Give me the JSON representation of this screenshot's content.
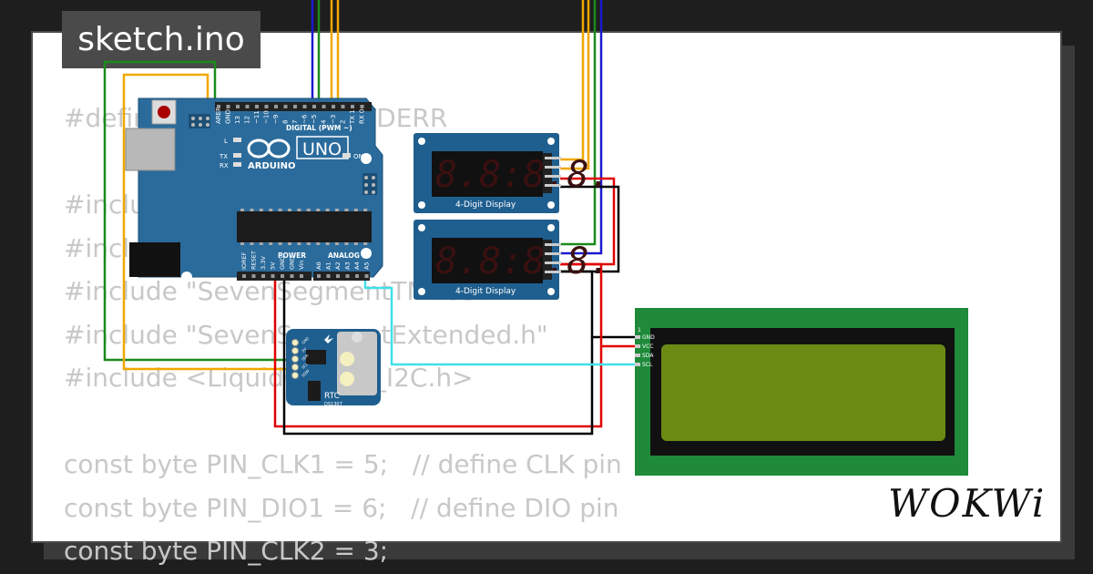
{
  "file_tab": {
    "name": "sketch.ino"
  },
  "code_lines": [
    "#define DEBUG_OUT_STDERR",
    "",
    "#include <TM1637.h>",
    "#include <RTClib.h>",
    "#include \"SevenSegmentTM1637.h\"",
    "#include \"SevenSegmentExtended.h\"",
    "#include <LiquidCrystal_I2C.h>",
    "",
    "const byte PIN_CLK1 = 5;   // define CLK pin",
    "const byte PIN_DIO1 = 6;   // define DIO pin",
    "const byte PIN_CLK2 = 3;"
  ],
  "arduino": {
    "board_name": "UNO",
    "brand": "ARDUINO",
    "digital_label": "DIGITAL (PWM ~)",
    "power_label": "POWER",
    "analog_label": "ANALOG IN",
    "led_l": "L",
    "led_tx": "TX",
    "led_rx": "RX",
    "led_on": "ON",
    "top_pins": [
      "AREF",
      "GND",
      "13",
      "12",
      "~11",
      "~10",
      "~9",
      "8",
      "7",
      "~6",
      "~5",
      "4",
      "~3",
      "2",
      "TX 1",
      "RX 0"
    ],
    "power_pins": [
      "IOREF",
      "RESET",
      "3.3V",
      "5V",
      "GND",
      "GND",
      "Vin"
    ],
    "analog_pins": [
      "A0",
      "A1",
      "A2",
      "A3",
      "A4",
      "A5"
    ]
  },
  "displays": [
    {
      "digits": "8.8:8.8.",
      "label": "4-Digit Display"
    },
    {
      "digits": "8.8:8.8.",
      "label": "4-Digit Display"
    }
  ],
  "rtc": {
    "title": "RTC",
    "chip": "DS1307",
    "pins": [
      "GND",
      "5V",
      "SDA",
      "SCL",
      "SQW"
    ]
  },
  "lcd": {
    "pins": [
      "GND",
      "VCC",
      "SDA",
      "SCL"
    ],
    "pin1": "1"
  },
  "logo": {
    "text": "WOKWi"
  },
  "colors": {
    "board": "#2a6b9c",
    "display_pcb": "#1f5f8f",
    "segment_off": "#3a1010",
    "lcd_pcb": "#1e8a3a",
    "lcd_screen": "#6b8a14",
    "wire_green": "#1a8a1a",
    "wire_orange": "#f0a800",
    "wire_blue": "#1a1acc",
    "wire_red": "#e00000",
    "wire_black": "#000000",
    "wire_cyan": "#40e0e8"
  }
}
